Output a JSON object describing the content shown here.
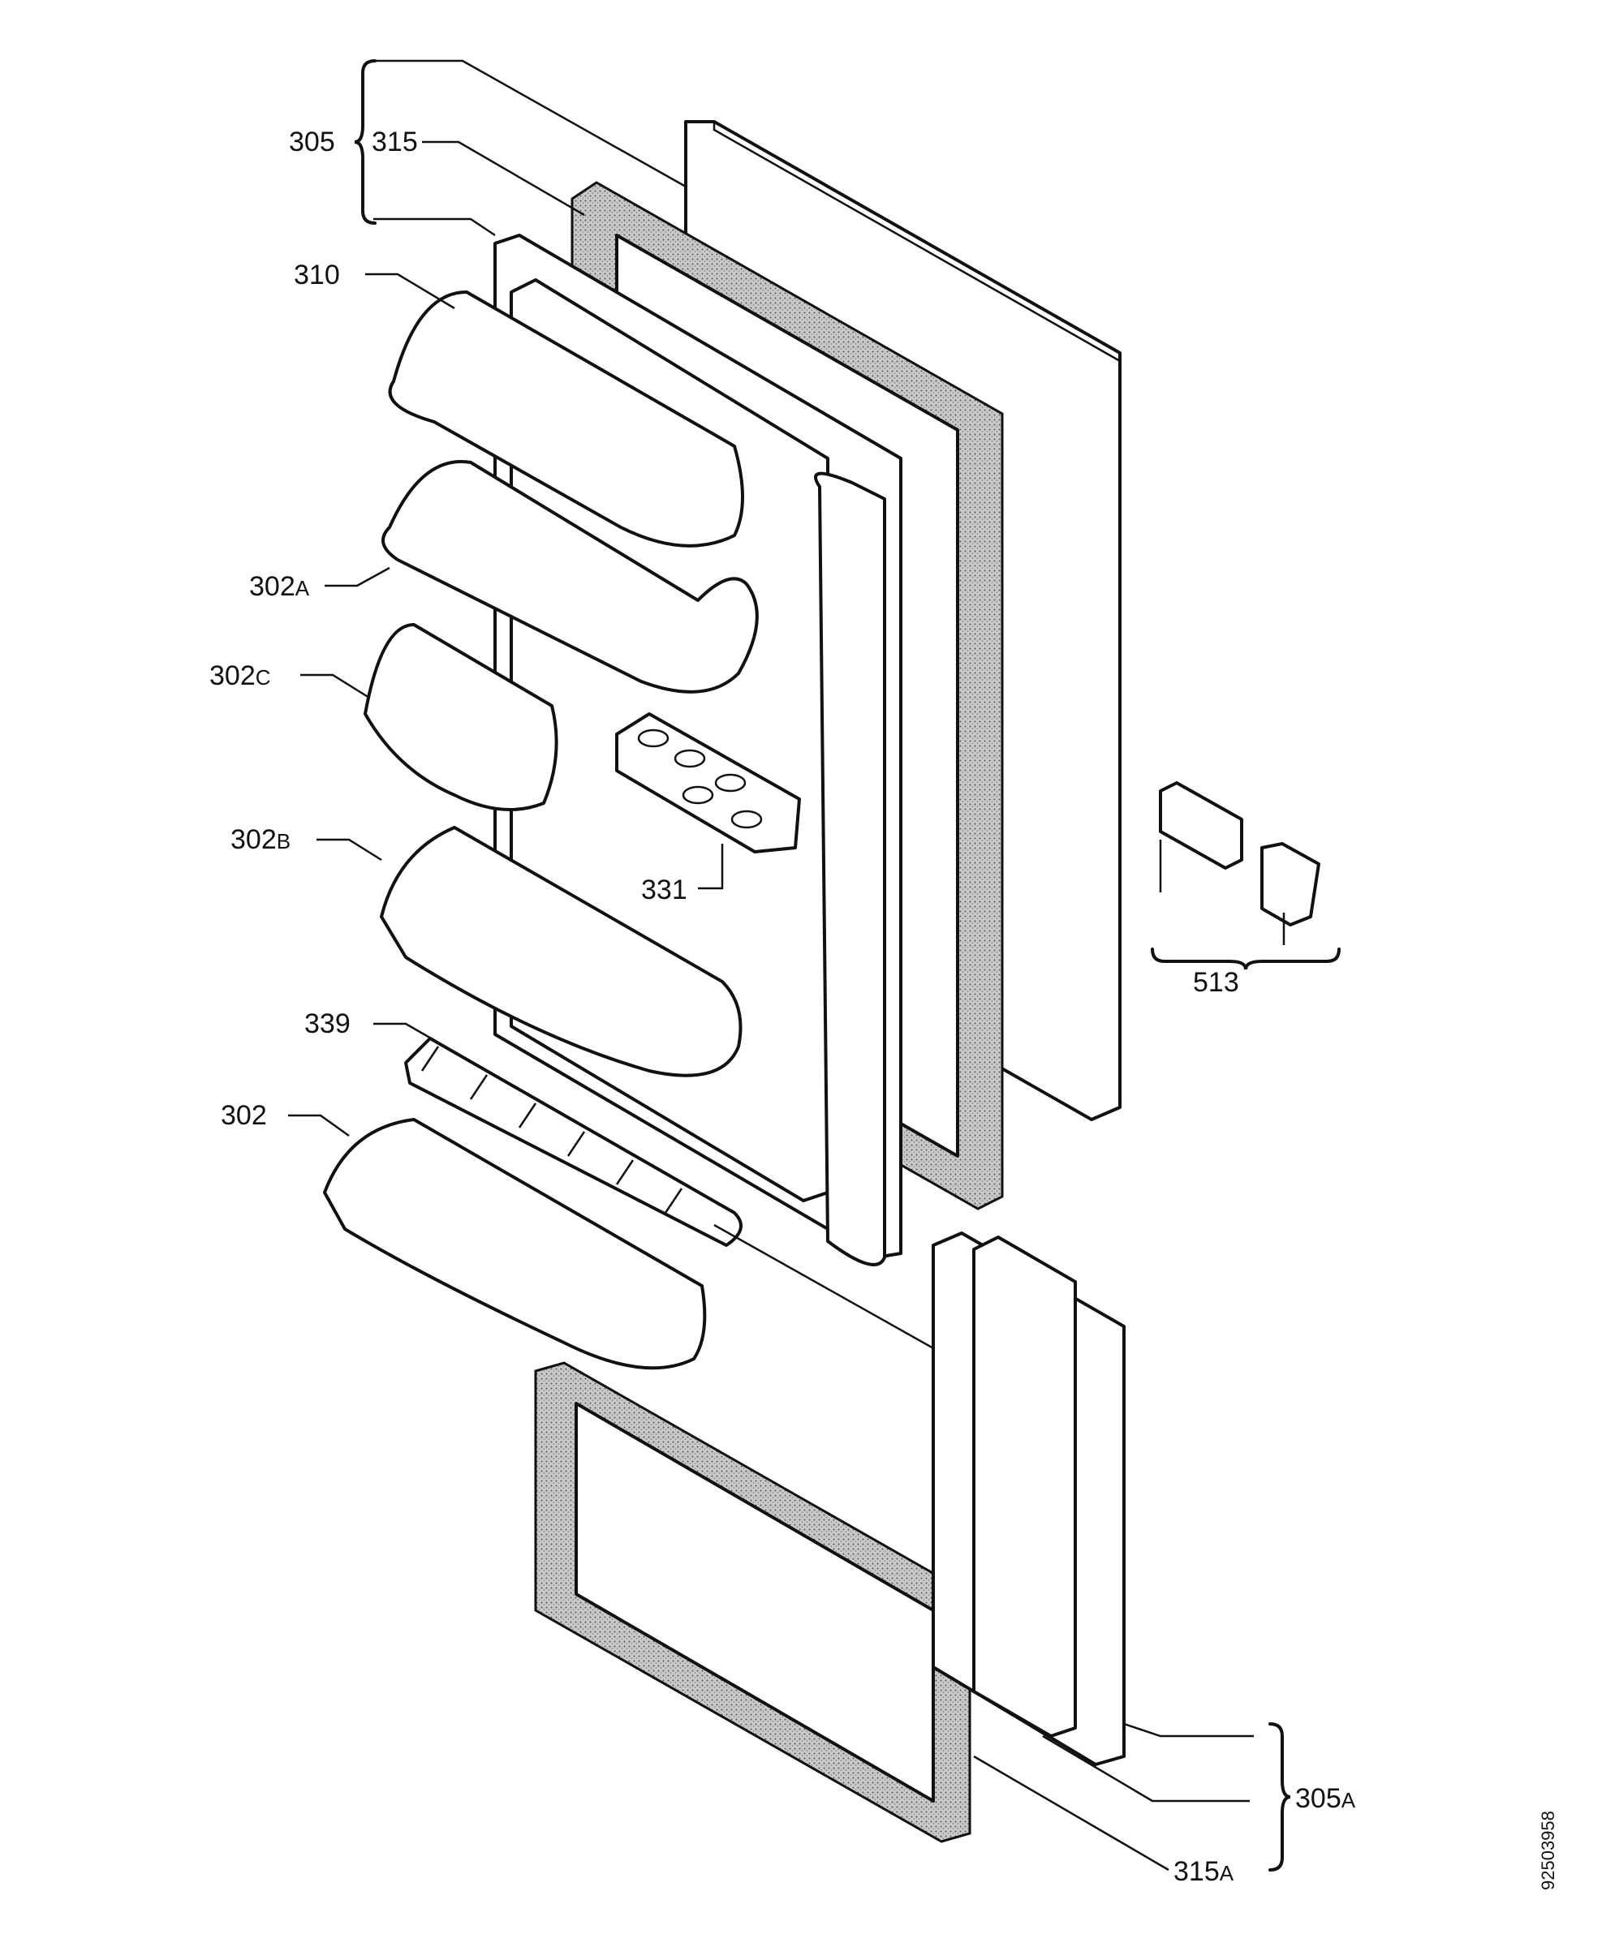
{
  "callouts": {
    "c305": "305",
    "c315": "315",
    "c310": "310",
    "c302a": {
      "num": "302",
      "suffix": "A"
    },
    "c302c": {
      "num": "302",
      "suffix": "C"
    },
    "c302b": {
      "num": "302",
      "suffix": "B"
    },
    "c331": "331",
    "c339": "339",
    "c302": "302",
    "c513": "513",
    "c305a": {
      "num": "305",
      "suffix": "A"
    },
    "c315a": {
      "num": "315",
      "suffix": "A"
    }
  },
  "doc_id": "92503958",
  "colors": {
    "ink": "#111111",
    "paper": "#ffffff",
    "gasket_grain": "#8a8a8a"
  }
}
